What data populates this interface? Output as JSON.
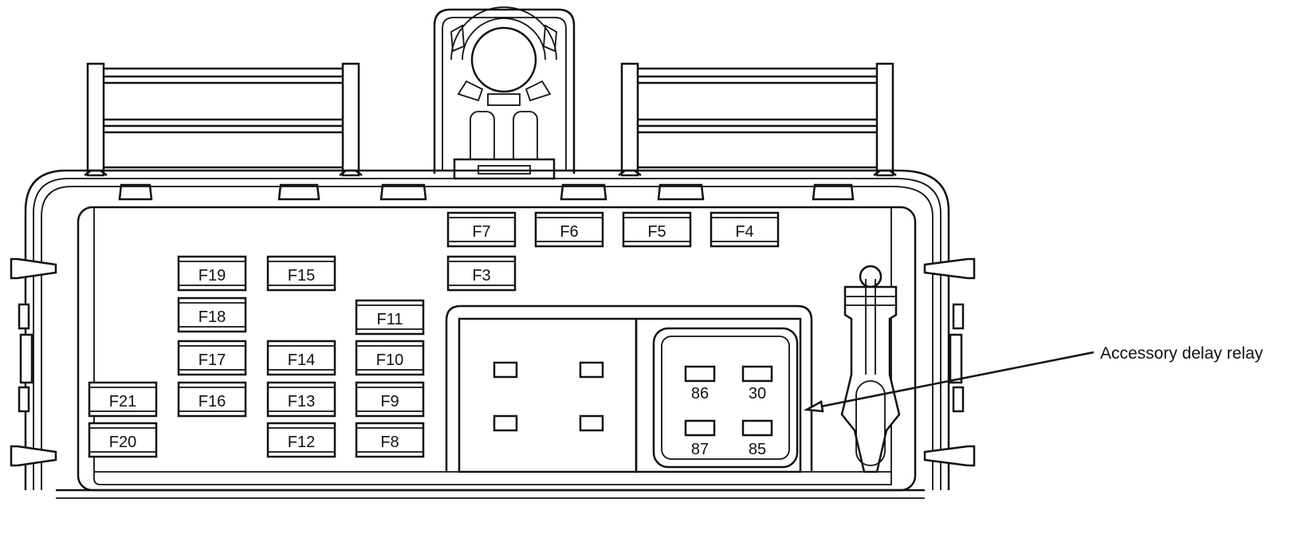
{
  "fuses": [
    {
      "id": "f7",
      "label": "F7"
    },
    {
      "id": "f6",
      "label": "F6"
    },
    {
      "id": "f5",
      "label": "F5"
    },
    {
      "id": "f4",
      "label": "F4"
    },
    {
      "id": "f3",
      "label": "F3"
    },
    {
      "id": "f19",
      "label": "F19"
    },
    {
      "id": "f15",
      "label": "F15"
    },
    {
      "id": "f18",
      "label": "F18"
    },
    {
      "id": "f11",
      "label": "F11"
    },
    {
      "id": "f17",
      "label": "F17"
    },
    {
      "id": "f14",
      "label": "F14"
    },
    {
      "id": "f10",
      "label": "F10"
    },
    {
      "id": "f21",
      "label": "F21"
    },
    {
      "id": "f16",
      "label": "F16"
    },
    {
      "id": "f13",
      "label": "F13"
    },
    {
      "id": "f9",
      "label": "F9"
    },
    {
      "id": "f20",
      "label": "F20"
    },
    {
      "id": "f12",
      "label": "F12"
    },
    {
      "id": "f8",
      "label": "F8"
    }
  ],
  "relay": {
    "pins": [
      {
        "id": "pin-86",
        "label": "86"
      },
      {
        "id": "pin-30",
        "label": "30"
      },
      {
        "id": "pin-87",
        "label": "87"
      },
      {
        "id": "pin-85",
        "label": "85"
      }
    ]
  },
  "callout": {
    "label": "Accessory delay relay"
  }
}
